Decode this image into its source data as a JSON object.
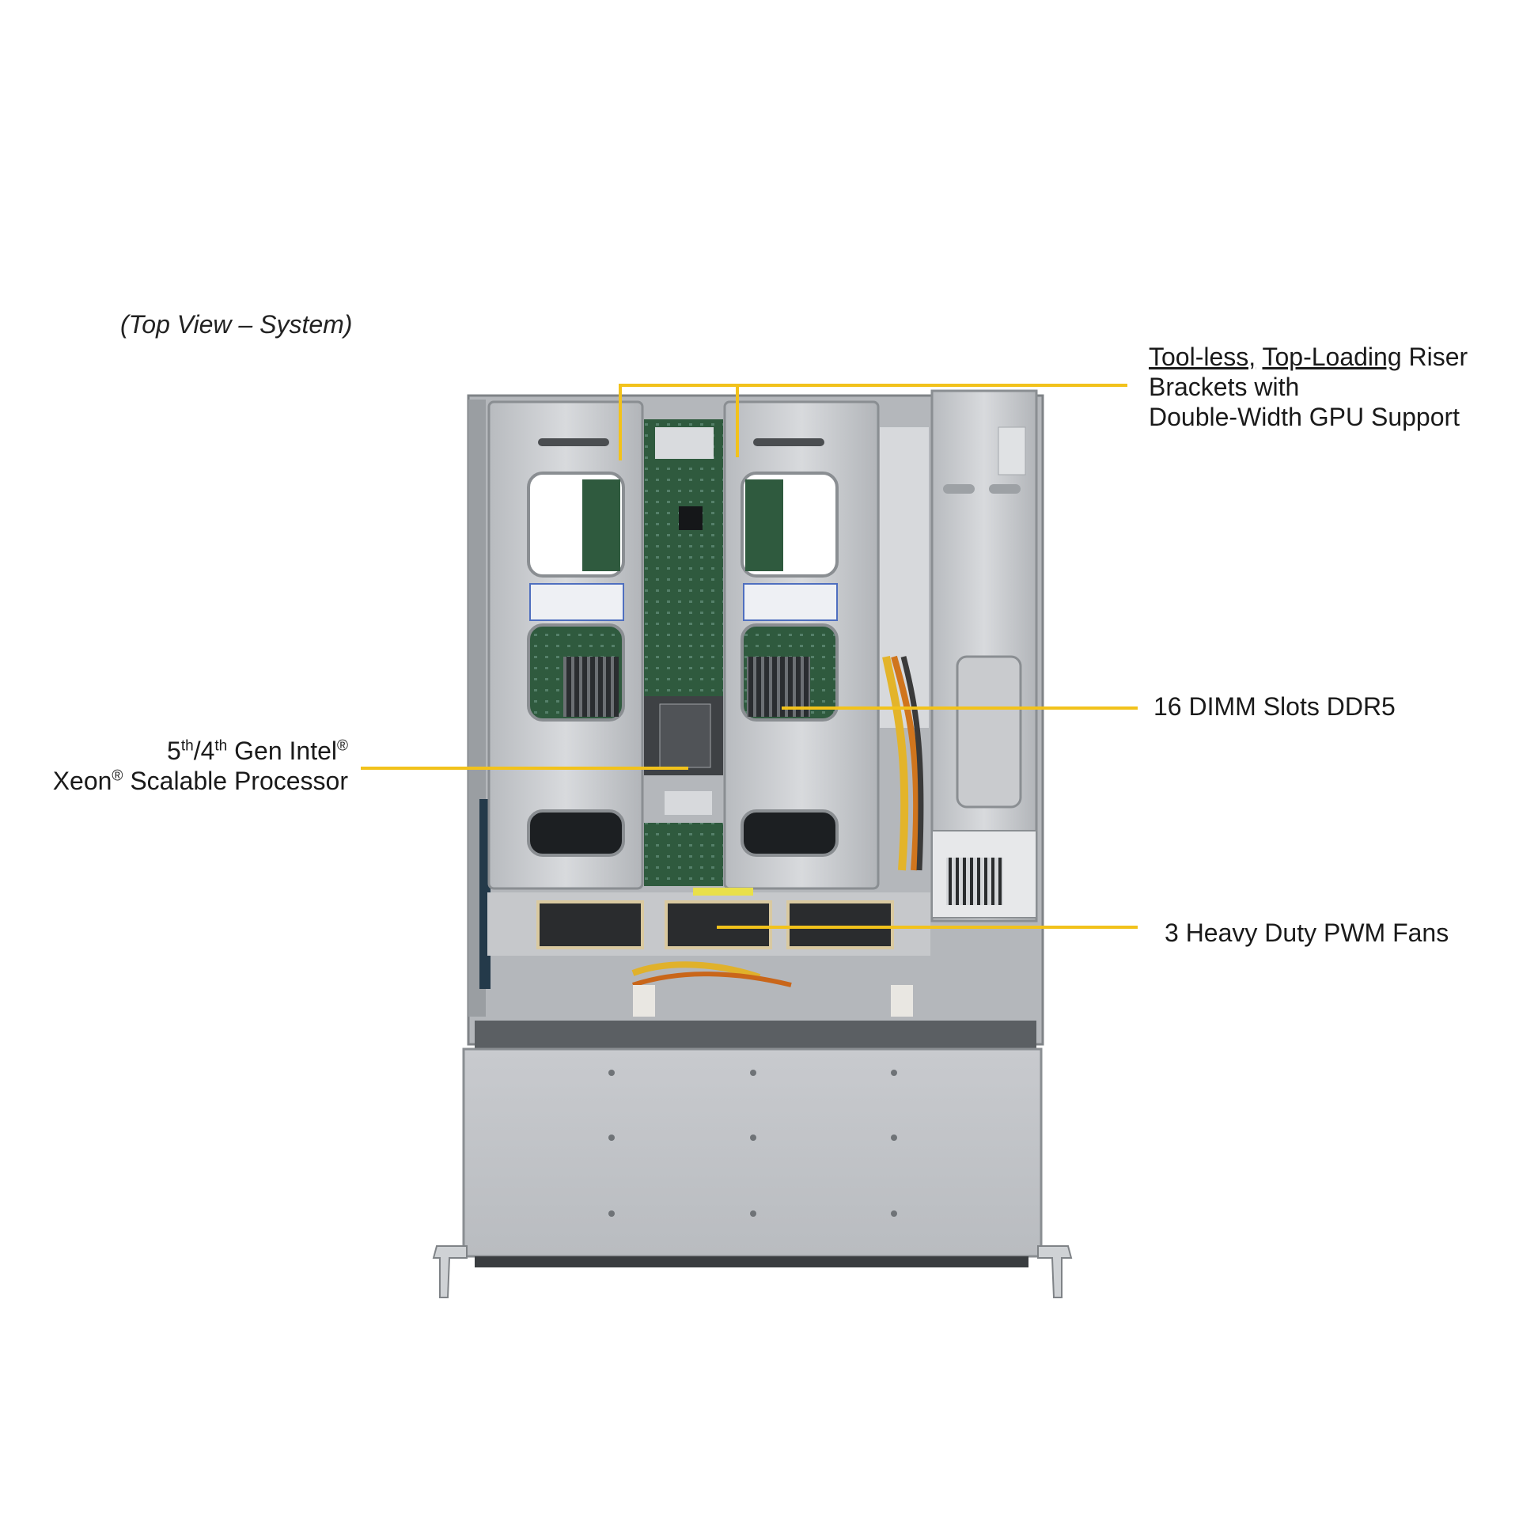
{
  "caption": "(Top View – System)",
  "callouts": {
    "riser": {
      "underline_1": "Tool-less,",
      "underline_2": "Top-Loading",
      "rest_1": "Riser",
      "line_2": "Brackets with",
      "line_3": "Double-Width GPU Support"
    },
    "dimm": {
      "text": "16 DIMM Slots DDR5"
    },
    "fans": {
      "text": "3 Heavy Duty PWM Fans"
    },
    "cpu": {
      "n1": "5",
      "sup1": "th",
      "n2": "/4",
      "sup2": "th",
      "t1": " Gen Intel",
      "reg1": "®",
      "t2": "Xeon",
      "reg2": "®",
      "t3": " Scalable Processor"
    }
  },
  "colors": {
    "leader": "#f2c21b",
    "chassis": "#c9ccd0",
    "chassis_dark": "#8e9296",
    "pcb": "#2f5a3e"
  }
}
